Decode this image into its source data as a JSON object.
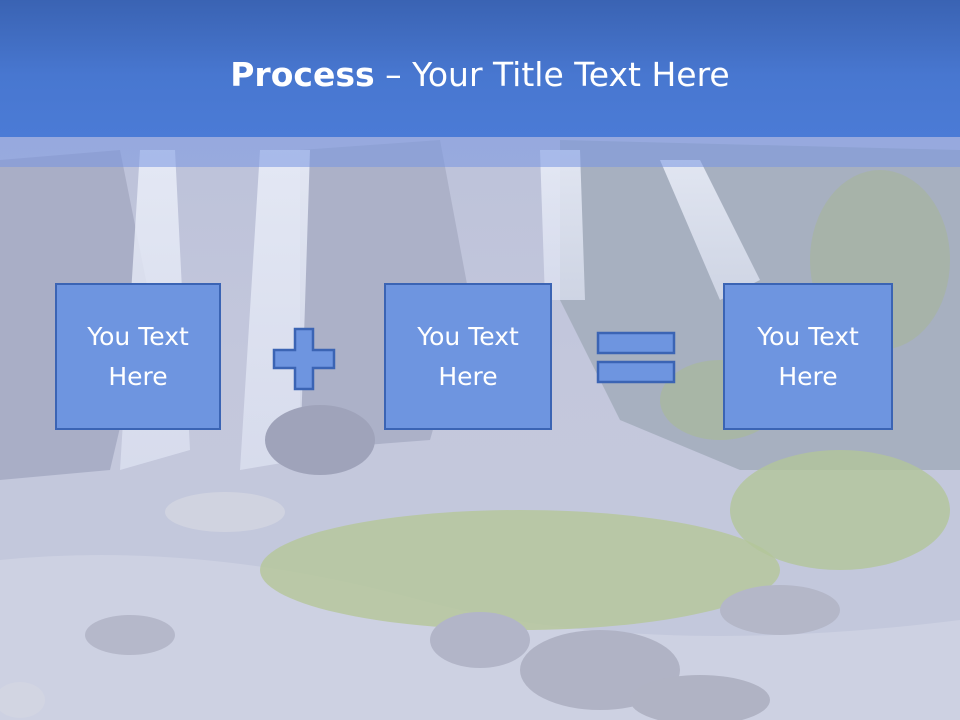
{
  "slide": {
    "title_bold": "Process",
    "title_separator": " – ",
    "title_rest": "Your Title Text Here"
  },
  "boxes": [
    {
      "line1": "You Text",
      "line2": "Here"
    },
    {
      "line1": "You Text",
      "line2": "Here"
    },
    {
      "line1": "You Text",
      "line2": "Here"
    }
  ],
  "operators": {
    "first": "plus-icon",
    "second": "equals-icon"
  },
  "colors": {
    "header": "#4877d0",
    "box_fill": "#6e95e0",
    "box_border": "#3b64b4",
    "text": "#ffffff"
  }
}
